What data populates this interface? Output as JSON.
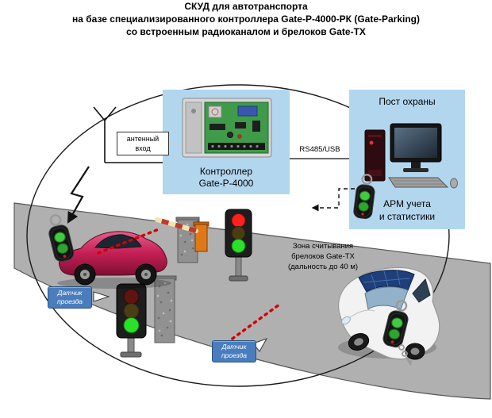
{
  "title": {
    "lines": [
      "СКУД для автотранспорта",
      "на базе специализированного контроллера Gate-P-4000-РК (Gate-Parking)",
      "со встроенным радиоканалом и брелоков Gate-TX"
    ]
  },
  "controller": {
    "label_lines": [
      "Контроллер",
      "Gate-P-4000"
    ]
  },
  "security_post": {
    "title": "Пост охраны",
    "arm_lines": [
      "АРМ учета",
      "и статистики"
    ]
  },
  "connection": {
    "label": "RS485/USB"
  },
  "antenna": {
    "label_lines": [
      "антенный",
      "вход"
    ]
  },
  "reading_zone": {
    "label_lines": [
      "Зона считывания",
      "брелоков Gate-TX",
      "(дальность до 40 м)"
    ]
  },
  "sensors": {
    "left_label_lines": [
      "Датчик",
      "проезда"
    ],
    "right_label_lines": [
      "Датчик",
      "проезда"
    ]
  },
  "icons": {
    "antenna": "antenna-icon",
    "radio_signal": "radio-signal-arrow",
    "keyfob": "keyfob-remote",
    "traffic_light": "traffic-light",
    "barrier": "barrier-gate",
    "workstation": "workstation-computer"
  },
  "colors": {
    "panel_blue": "#b3d6ef",
    "sensor_label_blue": "#4a7dbd",
    "beam_red": "#d40000",
    "road_gray": "#b0b0b0",
    "traffic_green": "#2be02b",
    "traffic_red": "#ff2020",
    "fob_button_green": "#43c943",
    "car_red": "#c41f55",
    "car_white": "#f2f2f2"
  }
}
